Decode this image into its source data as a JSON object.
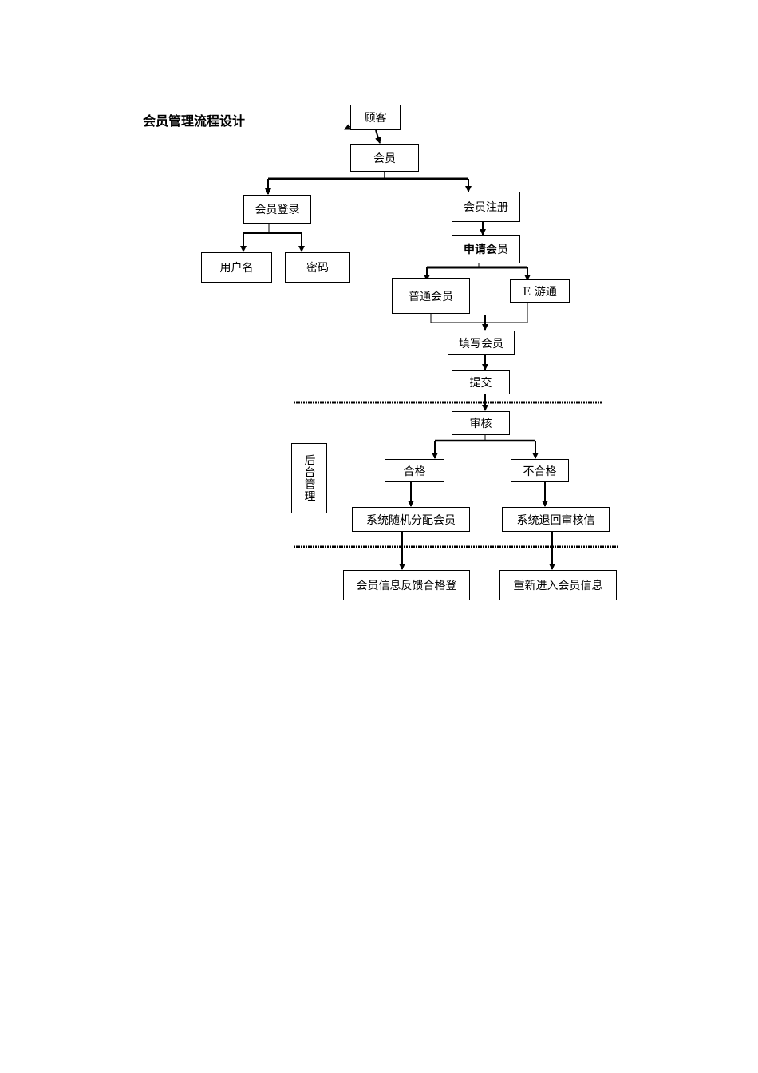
{
  "title": "会员管理流程设计",
  "nodes": {
    "customer": "顾客",
    "member": "会员",
    "member_login": "会员登录",
    "member_register": "会员注册",
    "username": "用户名",
    "password": "密码",
    "apply_member_bold": "申请会",
    "apply_member_rest": "员",
    "regular_member": "普通会员",
    "e_tour": "E 游通",
    "fill_member": "填写会员",
    "submit": "提交",
    "review": "审核",
    "qualified": "合格",
    "unqualified": "不合格",
    "assign_member": "系统随机分配会员",
    "return_review": "系统退回审核信",
    "feedback": "会员信息反馈合格登",
    "reenter": "重新进入会员信息"
  },
  "backend_label": "后台管理"
}
